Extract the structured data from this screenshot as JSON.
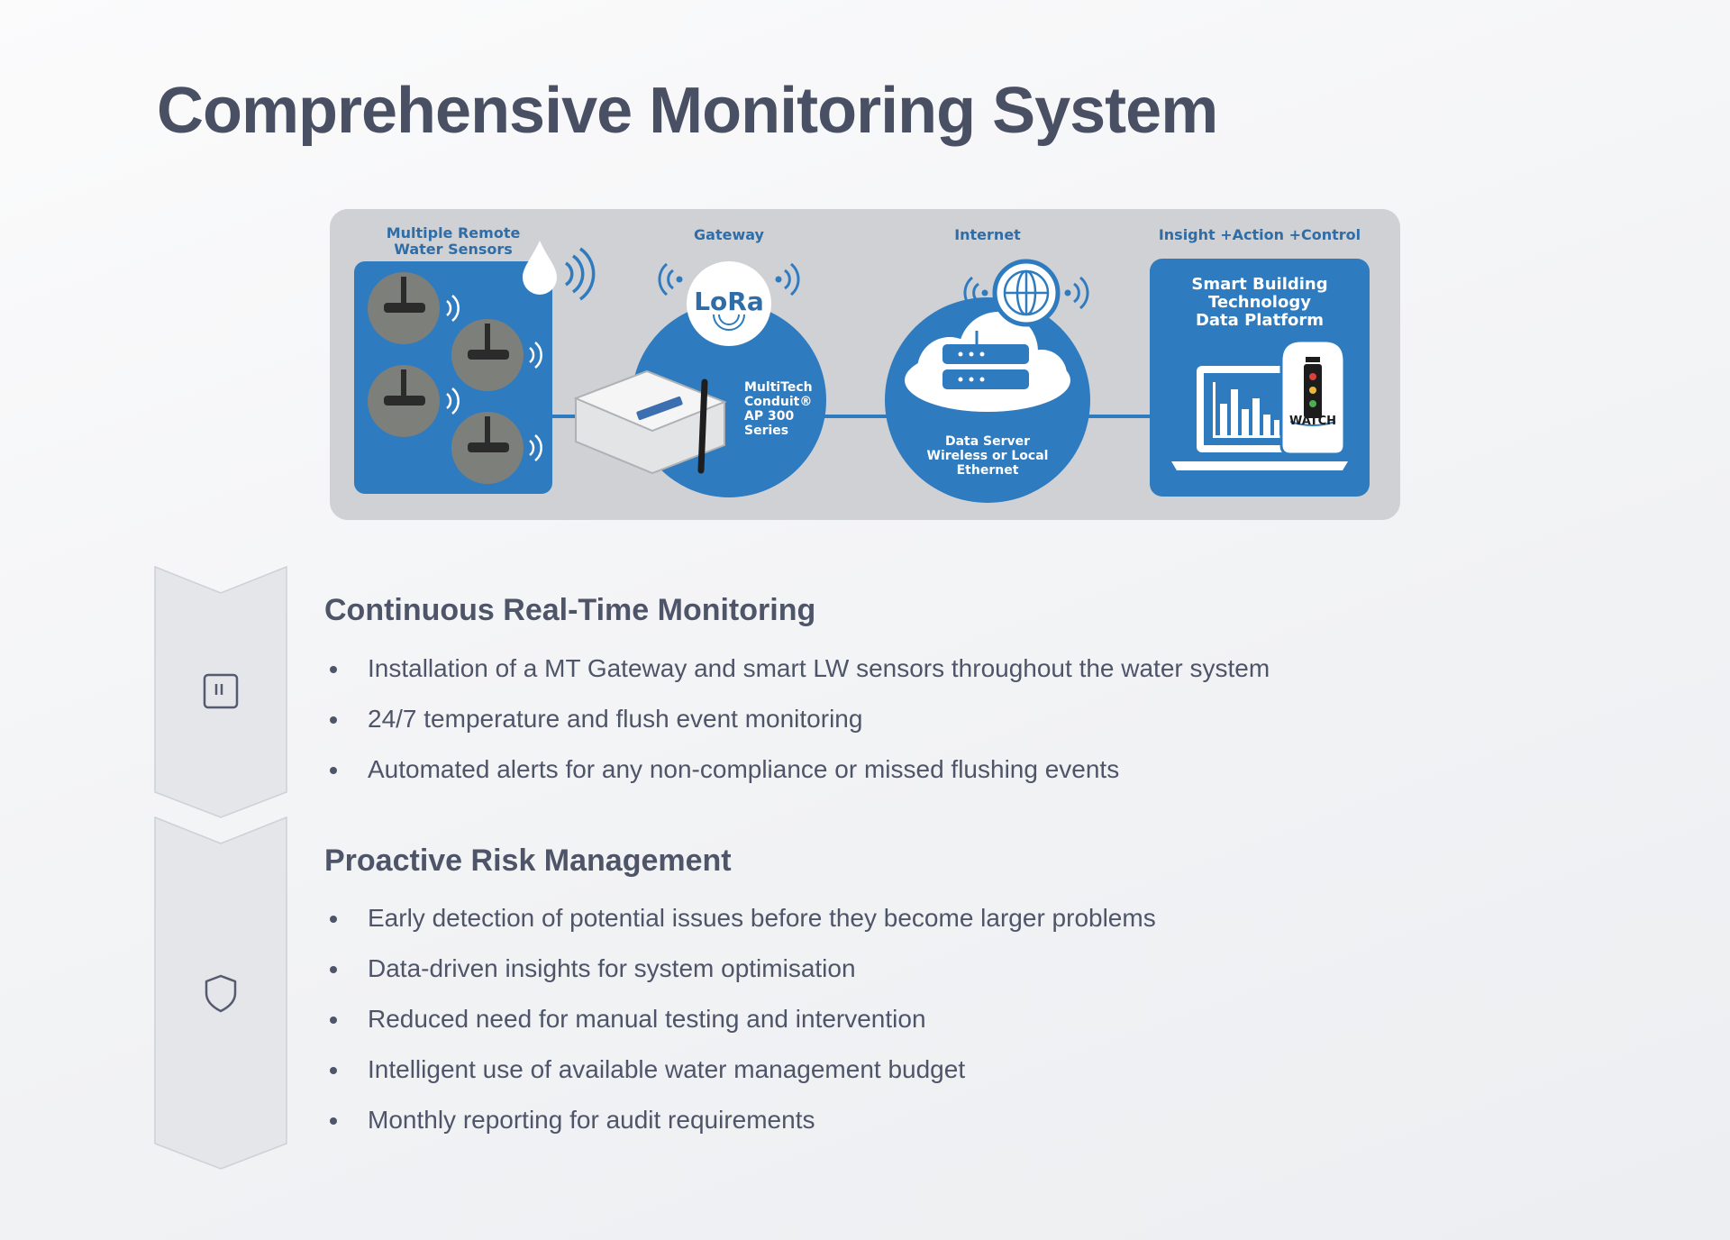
{
  "page": {
    "title": "Comprehensive Monitoring System"
  },
  "diagram": {
    "labels": {
      "sensors": "Multiple Remote\nWater Sensors",
      "gateway": "Gateway",
      "internet": "Internet",
      "insight": "Insight +Action +Control"
    },
    "gateway": {
      "logo": "LoRa",
      "device_text": "MultiTech\nConduit®\nAP 300\nSeries"
    },
    "server": {
      "text": "Data Server\nWireless or Local\nEthernet"
    },
    "platform": {
      "title": "Smart Building\nTechnology\nData Platform",
      "watch_label": "WATCH"
    },
    "colors": {
      "blue": "#2f7bbf",
      "panel": "#cfd1d4"
    }
  },
  "sections": [
    {
      "title": "Continuous Real-Time Monitoring",
      "icon": "pause-square-icon",
      "bullets": [
        "Installation of a MT Gateway and smart LW sensors throughout the water system",
        "24/7 temperature and flush event monitoring",
        "Automated alerts for any non-compliance or missed flushing events"
      ]
    },
    {
      "title": "Proactive Risk Management",
      "icon": "shield-icon",
      "bullets": [
        "Early detection of potential issues before they become larger problems",
        "Data-driven insights for system optimisation",
        "Reduced need for manual testing and intervention",
        "Intelligent use of available water management budget",
        "Monthly reporting for audit requirements"
      ]
    }
  ]
}
